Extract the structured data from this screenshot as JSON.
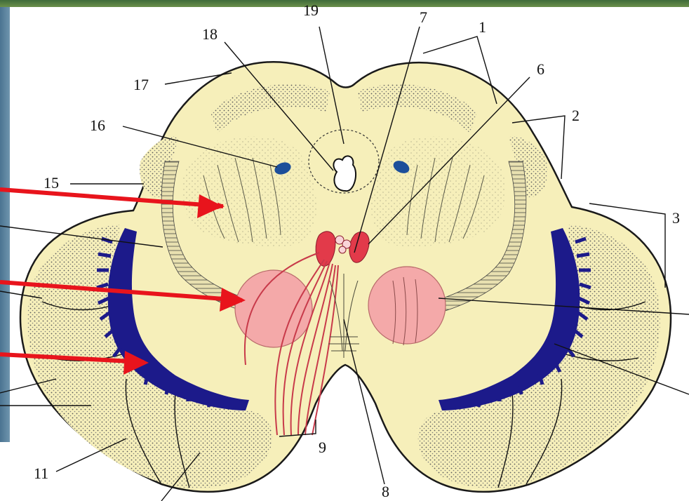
{
  "labels": {
    "l1": "1",
    "l2": "2",
    "l3": "3",
    "l6": "6",
    "l7": "7",
    "l8": "8",
    "l9": "9",
    "l11": "11",
    "l15": "15",
    "l16": "16",
    "l17": "17",
    "l18": "18",
    "l19": "19"
  },
  "colors": {
    "tissue": "#f6efba",
    "outline": "#1a1a1a",
    "dentate": "#1c1a8a",
    "red_nucleus": "#f4a9a9",
    "fibers": "#c83a4a",
    "arrow": "#e8141c",
    "small_nucleus": "#1d4f9a"
  }
}
